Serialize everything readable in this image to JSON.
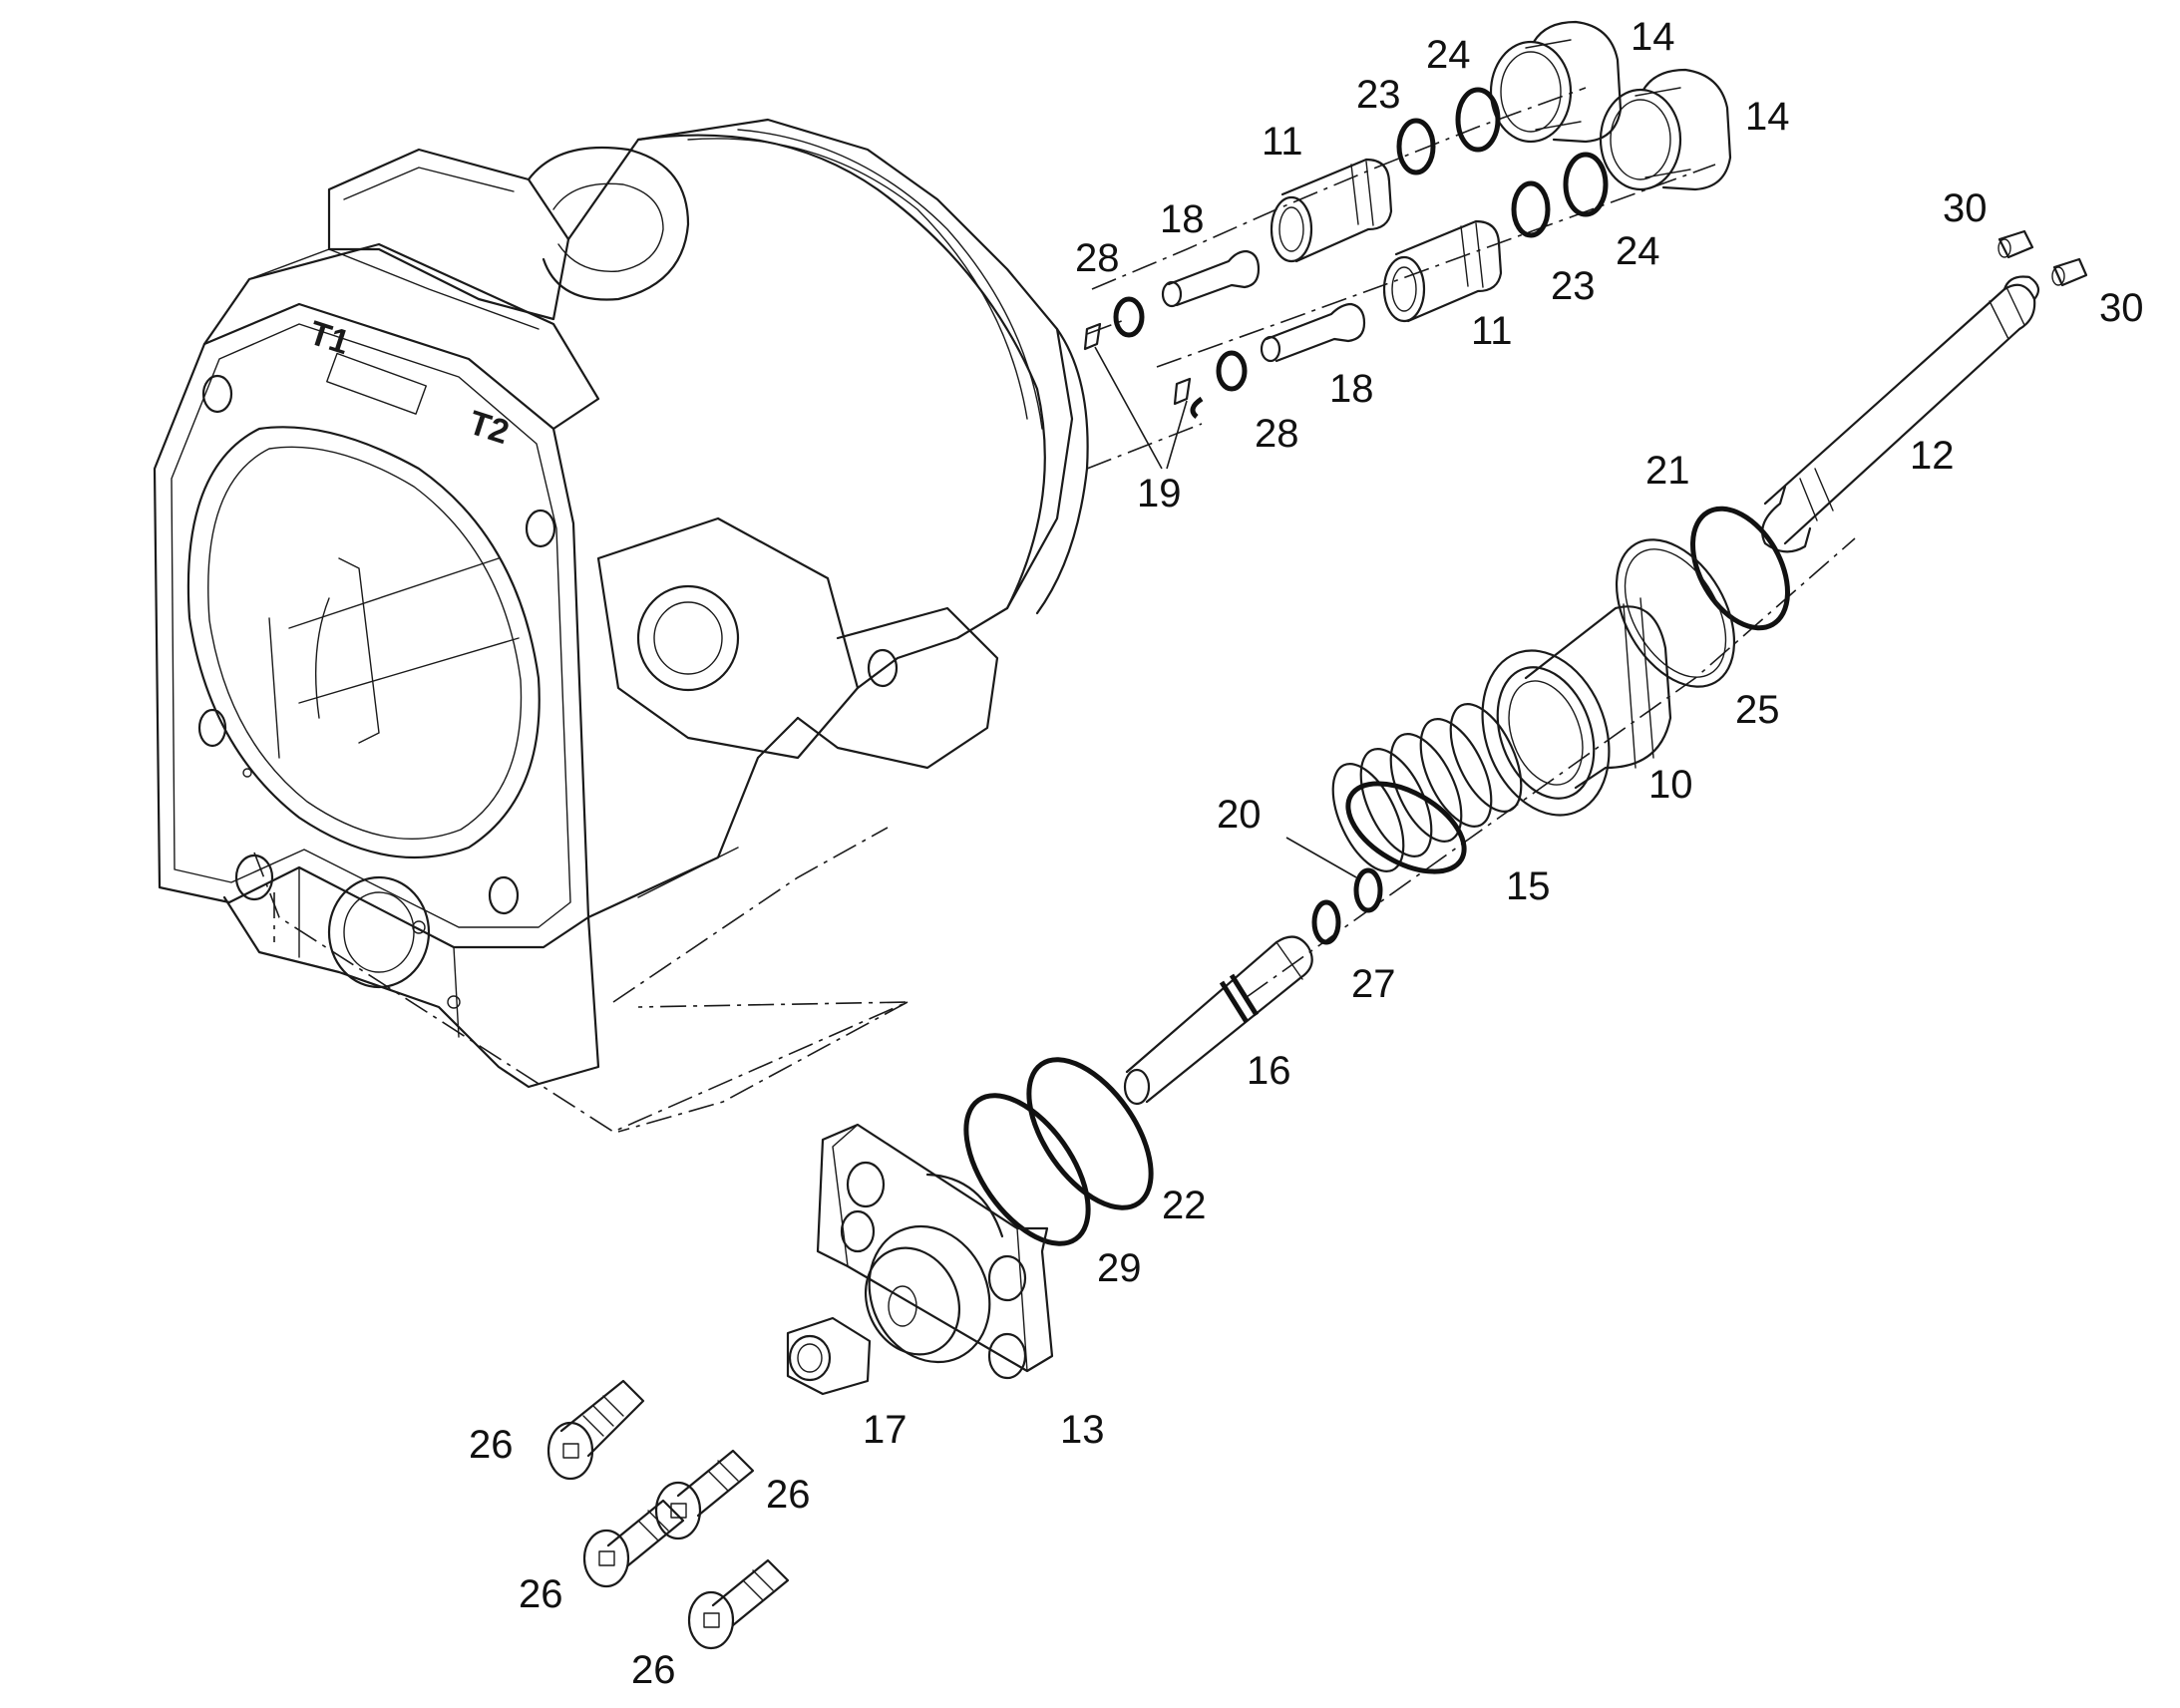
{
  "housing_marks": {
    "t1": "T1",
    "t2": "T2"
  },
  "callouts": [
    "10",
    "11",
    "11",
    "12",
    "13",
    "14",
    "14",
    "15",
    "16",
    "17",
    "18",
    "18",
    "19",
    "20",
    "21",
    "22",
    "23",
    "23",
    "24",
    "24",
    "25",
    "26",
    "26",
    "26",
    "26",
    "27",
    "28",
    "28",
    "29",
    "30",
    "30"
  ]
}
